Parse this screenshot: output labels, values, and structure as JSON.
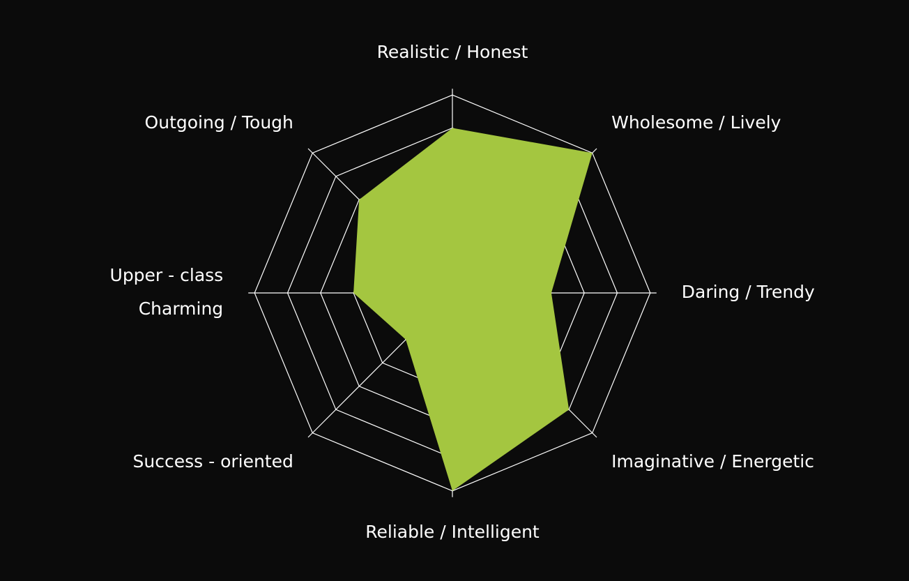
{
  "colors": {
    "background": "#0b0b0b",
    "fill": "#a4c640",
    "grid": "#ffffff",
    "text": "#ffffff"
  },
  "chart_data": {
    "type": "radar",
    "axes": [
      {
        "label": "Realistic / Honest",
        "lines": [
          "Realistic / Honest"
        ],
        "value": 5
      },
      {
        "label": "Wholesome / Lively",
        "lines": [
          "Wholesome / Lively"
        ],
        "value": 6
      },
      {
        "label": "Daring / Trendy",
        "lines": [
          "Daring / Trendy"
        ],
        "value": 3
      },
      {
        "label": "Imaginative / Energetic",
        "lines": [
          "Imaginative / Energetic"
        ],
        "value": 5
      },
      {
        "label": "Reliable / Intelligent",
        "lines": [
          "Reliable / Intelligent"
        ],
        "value": 6
      },
      {
        "label": "Success - oriented",
        "lines": [
          "Success - oriented"
        ],
        "value": 2
      },
      {
        "label": "Upper - class Charming",
        "lines": [
          "Upper - class",
          "Charming"
        ],
        "value": 3
      },
      {
        "label": "Outgoing / Tough",
        "lines": [
          "Outgoing / Tough"
        ],
        "value": 4
      }
    ],
    "scale_max": 6,
    "grid_levels": 6,
    "grid": true,
    "legend": "none"
  }
}
